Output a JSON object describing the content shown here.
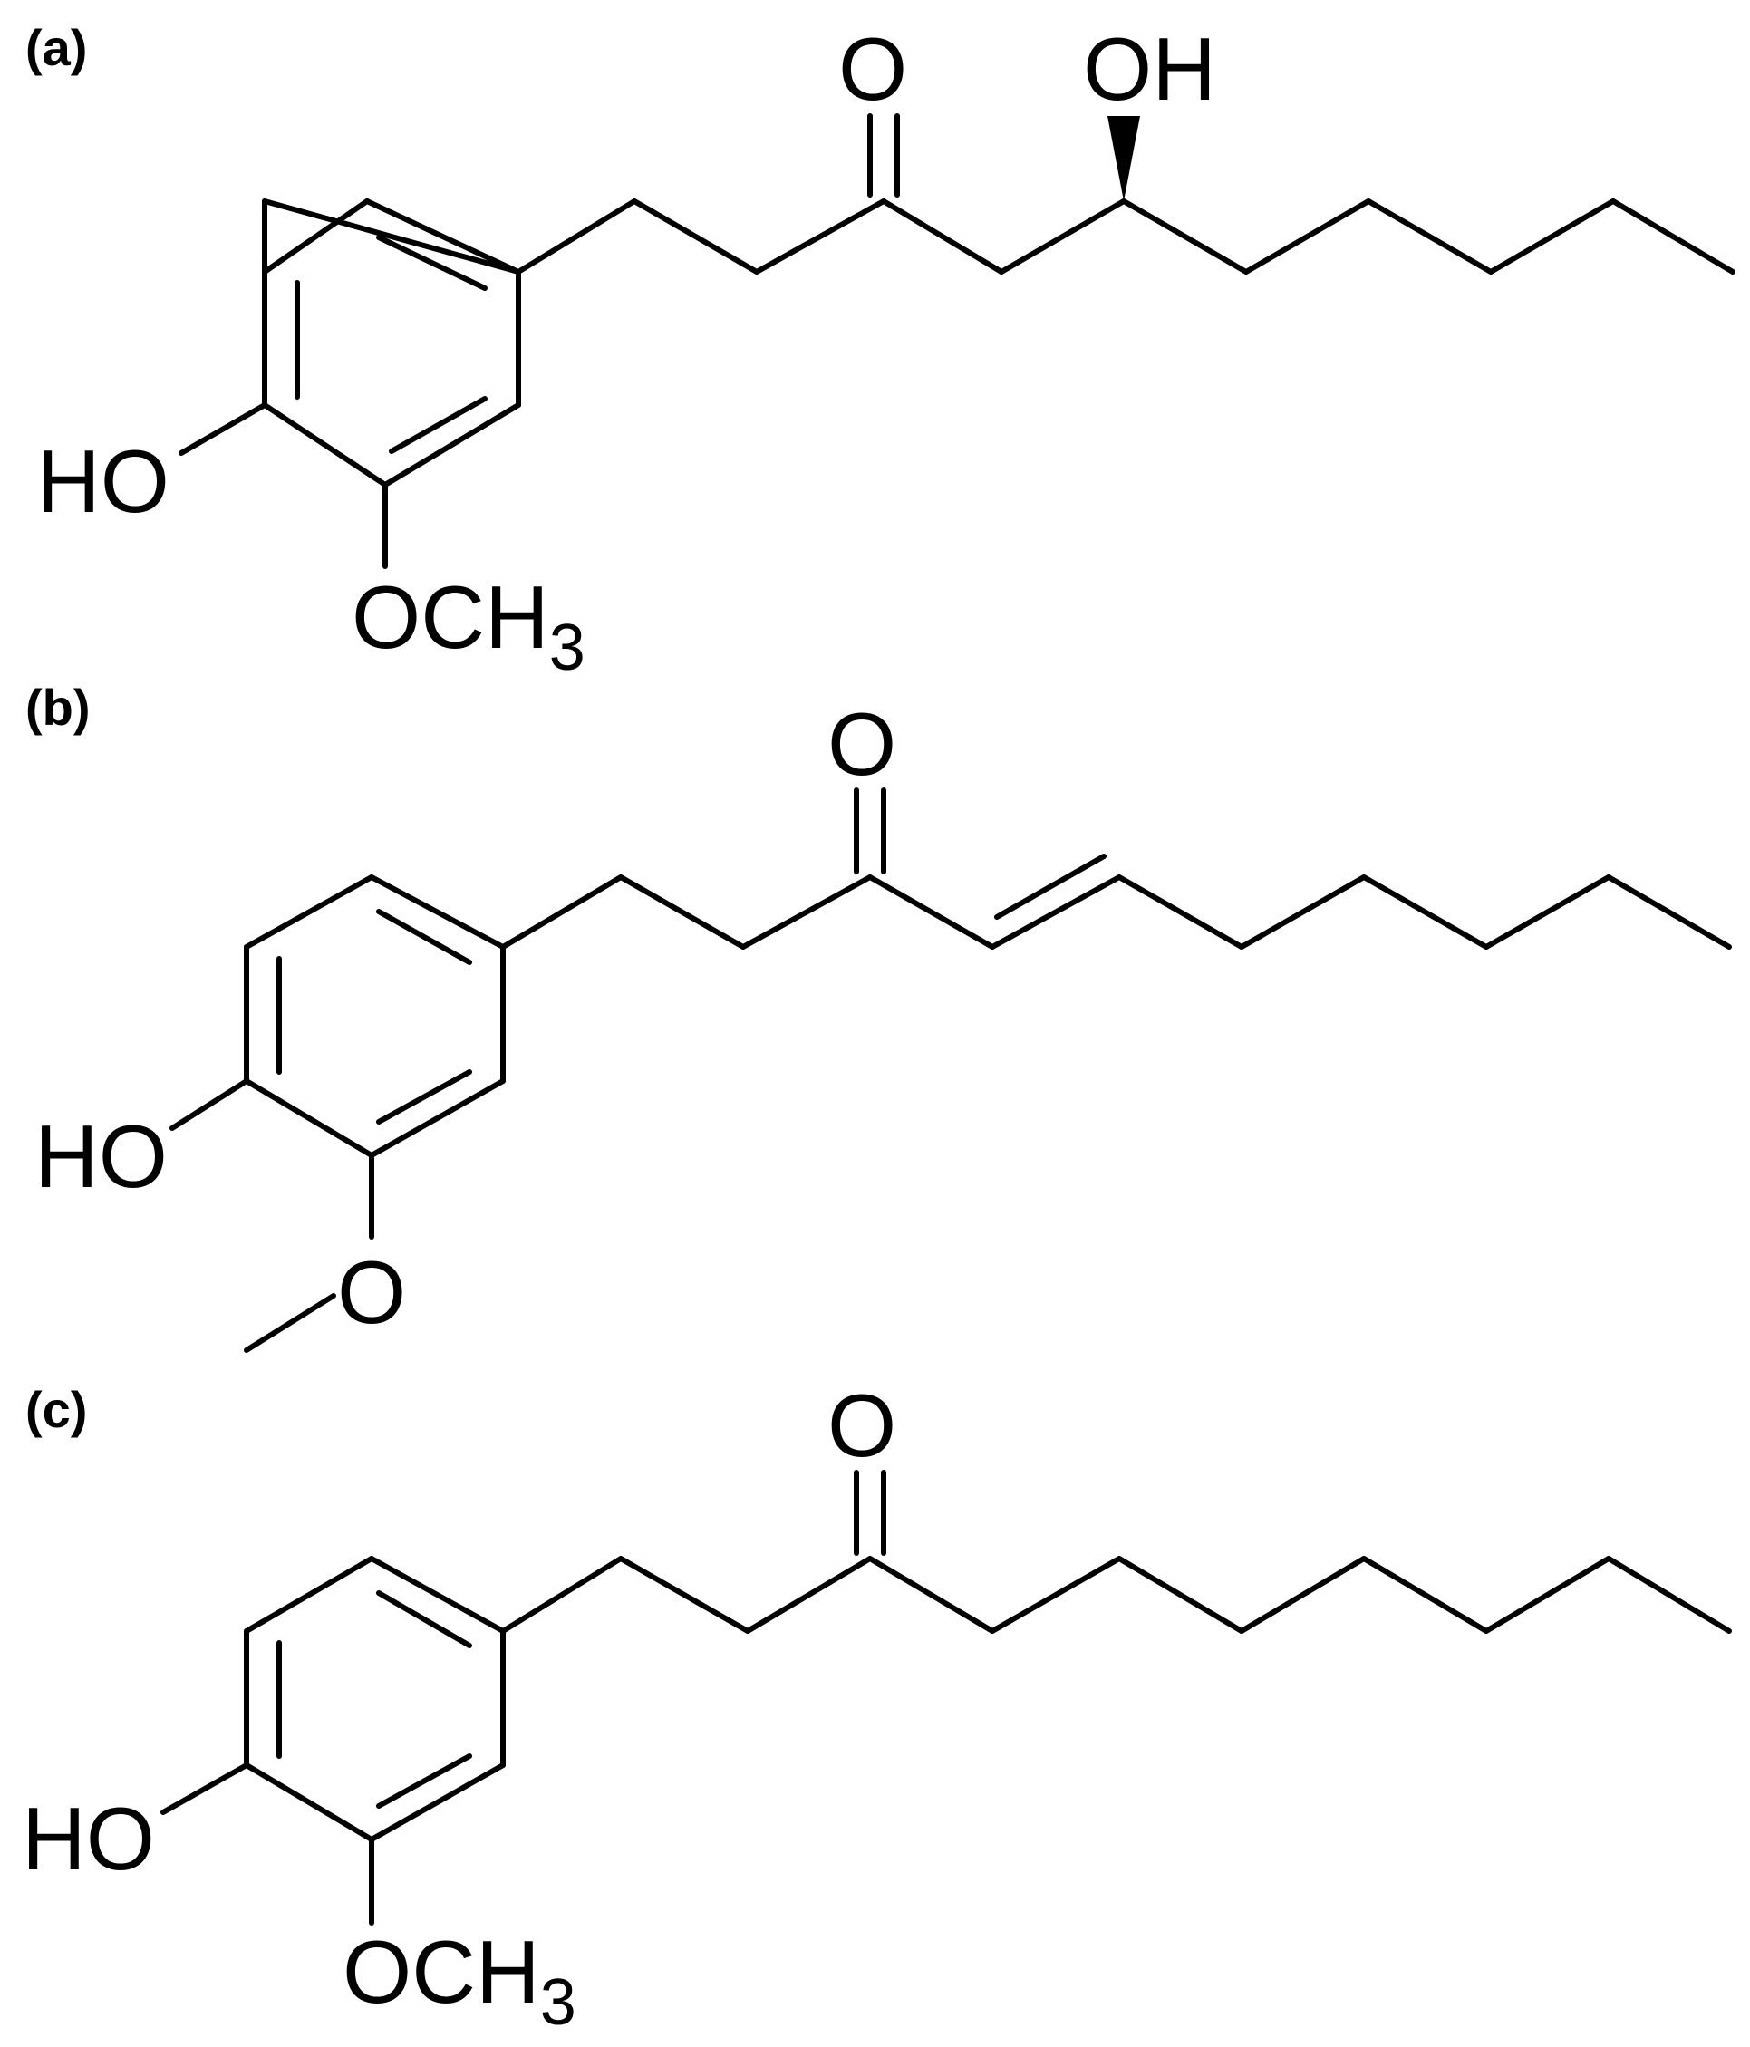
{
  "panels": [
    {
      "label": "(a)",
      "atoms": {
        "carbonyl_o": "O",
        "hydroxyl": "OH",
        "phenol": "HO",
        "methoxy": "OCH",
        "methoxy_sub": "3"
      }
    },
    {
      "label": "(b)",
      "atoms": {
        "carbonyl_o": "O",
        "phenol": "HO",
        "methoxy_o": "O"
      }
    },
    {
      "label": "(c)",
      "atoms": {
        "carbonyl_o": "O",
        "phenol": "HO",
        "methoxy": "OCH",
        "methoxy_sub": "3"
      }
    }
  ],
  "colors": {
    "ink": "#000000",
    "background": "#ffffff"
  }
}
